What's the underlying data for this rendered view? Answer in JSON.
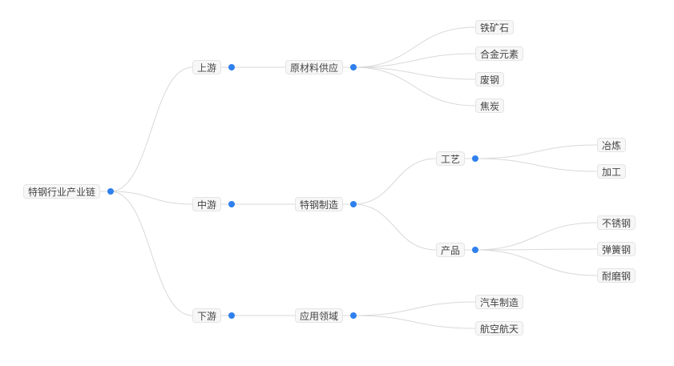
{
  "tree": {
    "label": "特钢行业产业链",
    "children": [
      {
        "label": "上游",
        "children": [
          {
            "label": "原材料供应",
            "children": [
              {
                "label": "铁矿石"
              },
              {
                "label": "合金元素"
              },
              {
                "label": "废钢"
              },
              {
                "label": "焦炭"
              }
            ]
          }
        ]
      },
      {
        "label": "中游",
        "children": [
          {
            "label": "特钢制造",
            "children": [
              {
                "label": "工艺",
                "children": [
                  {
                    "label": "冶炼"
                  },
                  {
                    "label": "加工"
                  }
                ]
              },
              {
                "label": "产品",
                "children": [
                  {
                    "label": "不锈钢"
                  },
                  {
                    "label": "弹簧钢"
                  },
                  {
                    "label": "耐磨钢"
                  }
                ]
              }
            ]
          }
        ]
      },
      {
        "label": "下游",
        "children": [
          {
            "label": "应用领域",
            "children": [
              {
                "label": "汽车制造"
              },
              {
                "label": "航空航天"
              }
            ]
          }
        ]
      }
    ]
  },
  "colors": {
    "dot": "#2f80ed",
    "edge": "#d9d9d9",
    "node_bg": "#f7f7f8"
  }
}
